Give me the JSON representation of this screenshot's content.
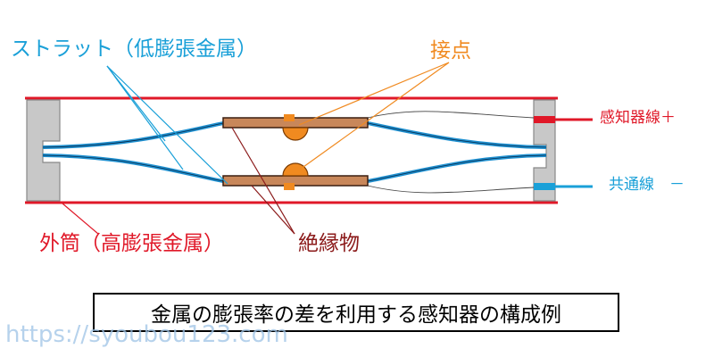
{
  "labels": {
    "strut": "ストラット（低膨張金属）",
    "contact": "接点",
    "outer_tube": "外筒（高膨張金属）",
    "insulator": "絶縁物",
    "wire_plus": "感知器線＋",
    "wire_common": "共通線　－"
  },
  "caption": "金属の膨張率の差を利用する感知器の構成例",
  "watermark": "https://syoubou123.com",
  "colors": {
    "outer_tube": "#e01828",
    "strut": "#1e90d0",
    "contact": "#f08a20",
    "insulator_body": "#c8875a",
    "insulator_label": "#8b1a1a",
    "end_cap": "#c8c8c8"
  }
}
